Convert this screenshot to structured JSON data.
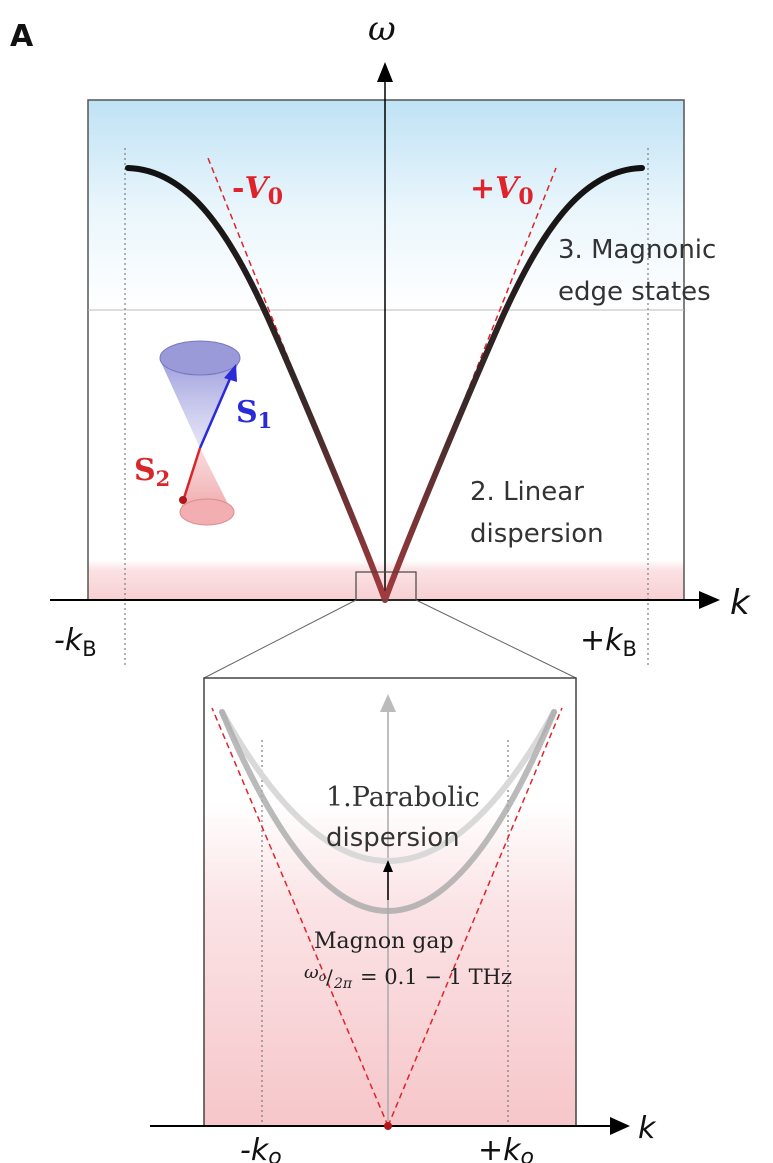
{
  "panel_label": "A",
  "main": {
    "y_axis_label": "ω",
    "x_axis_label": "k",
    "left_boundary": {
      "prefix": "-k",
      "sub": "B"
    },
    "right_boundary": {
      "prefix": "+k",
      "sub": "B"
    },
    "left_velocity": {
      "sign": "-",
      "symbol": "V",
      "sub": "0"
    },
    "right_velocity": {
      "sign": "+",
      "symbol": "V",
      "sub": "0"
    },
    "region3": {
      "line1": "3. Magnonic",
      "line2": "edge states"
    },
    "region2": {
      "line1": "2. Linear",
      "line2": "dispersion"
    },
    "spin1": {
      "symbol": "S",
      "sub": "1"
    },
    "spin2": {
      "symbol": "S",
      "sub": "2"
    }
  },
  "inset": {
    "x_axis_label": "k",
    "left_k": {
      "prefix": "-k",
      "sub": "o"
    },
    "right_k": {
      "prefix": "+k",
      "sub": "o"
    },
    "region1": {
      "line1": "1.Parabolic",
      "line2": "dispersion"
    },
    "gap_title": "Magnon gap",
    "gap_formula": {
      "num": "ω",
      "num_sub": "o",
      "den": "2π",
      "rhs": "= 0.1 − 1 THz"
    }
  },
  "colors": {
    "dispersion": "#1a1a1a",
    "velocity": "#e0232a",
    "spin1": "#2a2ad8",
    "spin2": "#d8262a",
    "panel_top": "#bfe2f5",
    "panel_bottom_pink": "#f7c9cc"
  }
}
